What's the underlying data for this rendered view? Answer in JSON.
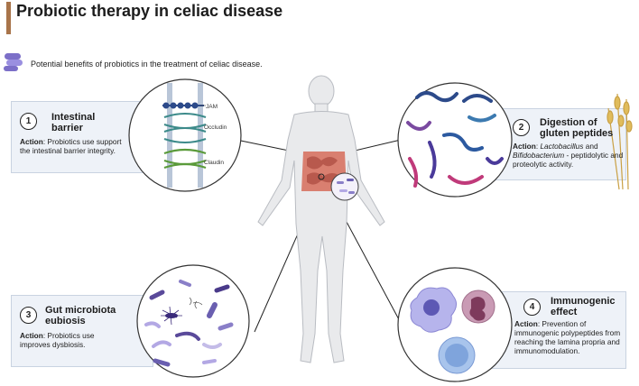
{
  "title": "Probiotic therapy in celiac disease",
  "subtitle": "Potential benefits of probiotics in the treatment of celiac disease.",
  "panels": [
    {
      "number": "1",
      "heading_line1": "Intestinal",
      "heading_line2": "barrier",
      "action_label": "Action",
      "action_text": ": Probiotics use support the intestinal barrier integrity."
    },
    {
      "number": "2",
      "heading_line1": "Digestion of",
      "heading_line2": "gluten peptides",
      "action_label": "Action",
      "action_italic1": "Lactobacillus",
      "action_mid": " and ",
      "action_italic2": "Bifidobacterium",
      "action_text": " - peptidolytic and proteolytic activity."
    },
    {
      "number": "3",
      "heading_line1": "Gut microbiota",
      "heading_line2": "eubiosis",
      "action_label": "Action",
      "action_text": ": Probiotics use improves dysbiosis."
    },
    {
      "number": "4",
      "heading_line1": "Immunogenic",
      "heading_line2": "effect",
      "action_label": "Action",
      "action_text": ": Prevention of immunogenic polypeptides from reaching the lamina propria and immunomodulation."
    }
  ],
  "barrier_labels": {
    "jam": "JAM",
    "occludin": "Occludin",
    "claudin": "Claudin"
  },
  "colors": {
    "accent_bar": "#a8744a",
    "panel_bg": "#eef2f8",
    "panel_border": "#c9d3e1"
  }
}
